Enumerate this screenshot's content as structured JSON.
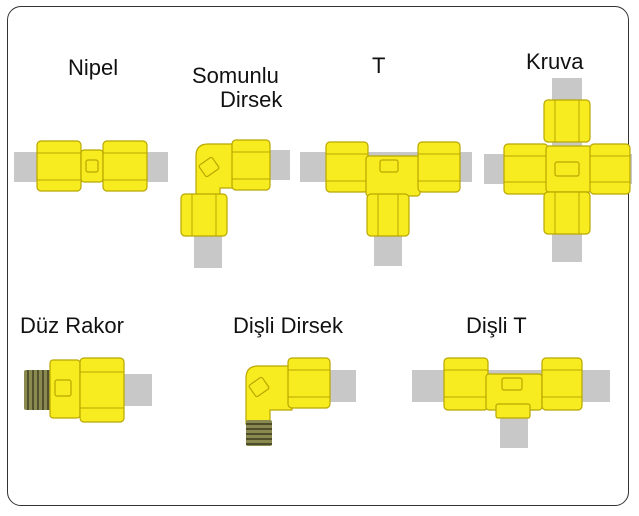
{
  "labels": {
    "nipel": "Nipel",
    "somunlu_line1": "Somunlu",
    "somunlu_line2": "Dirsek",
    "t": "T",
    "kruva": "Kruva",
    "duz_rakor": "Düz Rakor",
    "disli_dirsek": "Dişli Dirsek",
    "disli_t": "Dişli T"
  },
  "colors": {
    "fitting_yellow": "#f7ec1f",
    "fitting_outline": "#b9a700",
    "pipe_gray": "#c8c8c8",
    "thread_dark": "#6b6b3a",
    "frame": "#333333"
  }
}
